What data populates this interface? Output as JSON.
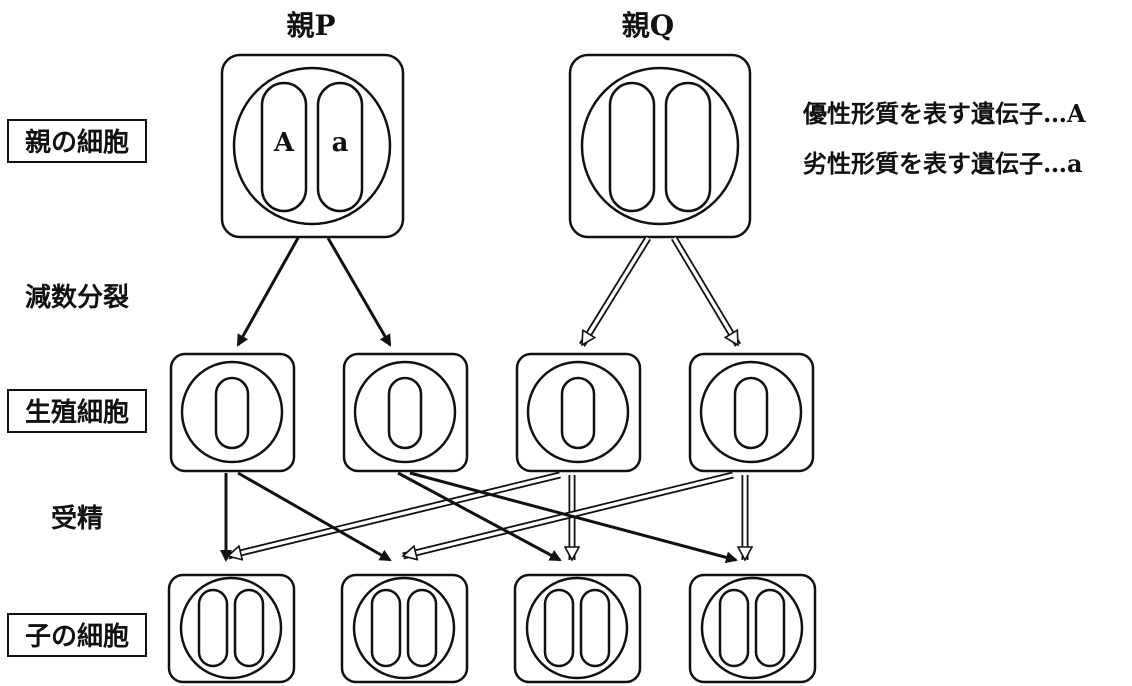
{
  "parents": {
    "p_label": "親P",
    "q_label": "親Q",
    "p_genes": [
      "A",
      "a"
    ]
  },
  "row_labels": {
    "parent_cell": "親の細胞",
    "gamete": "生殖細胞",
    "child_cell": "子の細胞"
  },
  "process_labels": {
    "meiosis": "減数分裂",
    "fertilization": "受精"
  },
  "legend": {
    "dominant": "優性形質を表す遺伝子…A",
    "recessive": "劣性形質を表す遺伝子…a"
  },
  "colors": {
    "stroke": "#111111",
    "background": "#ffffff"
  }
}
